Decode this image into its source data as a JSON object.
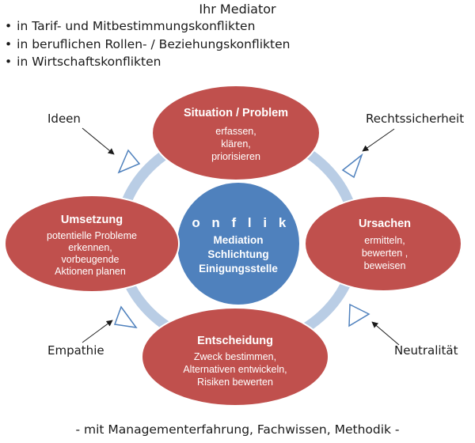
{
  "header": {
    "title": "Ihr Mediator",
    "bullets": [
      "in Tarif- und Mitbestimmungskonflikten",
      "in beruflichen Rollen- / Beziehungskonflikten",
      "in Wirtschaftskonflikten"
    ]
  },
  "center": {
    "title": "K o n f l i k t",
    "lines": [
      "Mediation",
      "Schlichtung",
      "Einigungsstelle"
    ]
  },
  "nodes": {
    "situation": {
      "title": "Situation / Problem",
      "lines": [
        "erfassen,",
        "klären,",
        "priorisieren"
      ]
    },
    "ursachen": {
      "title": "Ursachen",
      "lines": [
        "ermitteln,",
        "bewerten ,",
        "beweisen"
      ]
    },
    "entscheidung": {
      "title": "Entscheidung",
      "lines": [
        "Zweck bestimmen,",
        "Alternativen entwickeln,",
        "Risiken bewerten"
      ]
    },
    "umsetzung": {
      "title": "Umsetzung",
      "lines": [
        "potentielle Probleme",
        "erkennen,",
        "vorbeugende",
        "Aktionen  planen"
      ]
    }
  },
  "labels": {
    "ideen": "Ideen",
    "rechtssicherheit": "Rechtssicherheit",
    "empathie": "Empathie",
    "neutralitaet": "Neutralität"
  },
  "footer": "- mit Managementerfahrung, Fachwissen, Methodik -",
  "colors": {
    "node_fill": "#c0504d",
    "node_stroke": "#ffffff",
    "center_fill": "#4f81bd",
    "ring": "#b9cde5",
    "arrowhead_fill": "#ffffff",
    "arrowhead_stroke": "#4f81bd"
  }
}
